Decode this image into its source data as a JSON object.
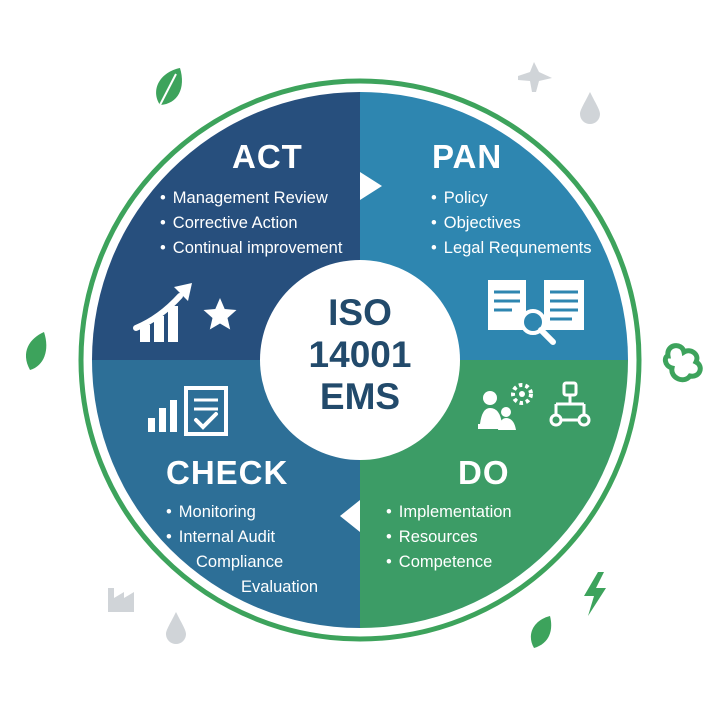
{
  "colors": {
    "act": "#274f7d",
    "plan": "#2e86b0",
    "check": "#2d6f97",
    "do": "#3c9c66",
    "ring": "#3da35c",
    "center_text": "#224a6b",
    "decor_green": "#3da35c",
    "decor_gray": "#d0d4d8"
  },
  "center": {
    "line1": "ISO",
    "line2": "14001",
    "line3": "EMS"
  },
  "quadrants": {
    "act": {
      "title": "ACT",
      "items": [
        "Management Review",
        "Corrective Action",
        "Continual improvement"
      ],
      "icon": "growth-chart-star-icon"
    },
    "plan": {
      "title": "PAN",
      "items": [
        "Policy",
        "Objectives",
        "Legal Requnements"
      ],
      "icon": "documents-magnifier-icon"
    },
    "do": {
      "title": "DO",
      "items": [
        "Implementation",
        "Resources",
        "Competence"
      ],
      "icon": "team-gear-flowchart-icon"
    },
    "check": {
      "title": "CHECK",
      "items": [
        "Monitoring",
        "Internal Audit",
        "Compliance",
        "Evaluation"
      ],
      "icon": "chart-checklist-icon"
    }
  },
  "decorations": [
    "leaf-icon",
    "airplane-icon",
    "water-drop-icon",
    "recycle-icon",
    "lightning-icon",
    "factory-icon"
  ]
}
